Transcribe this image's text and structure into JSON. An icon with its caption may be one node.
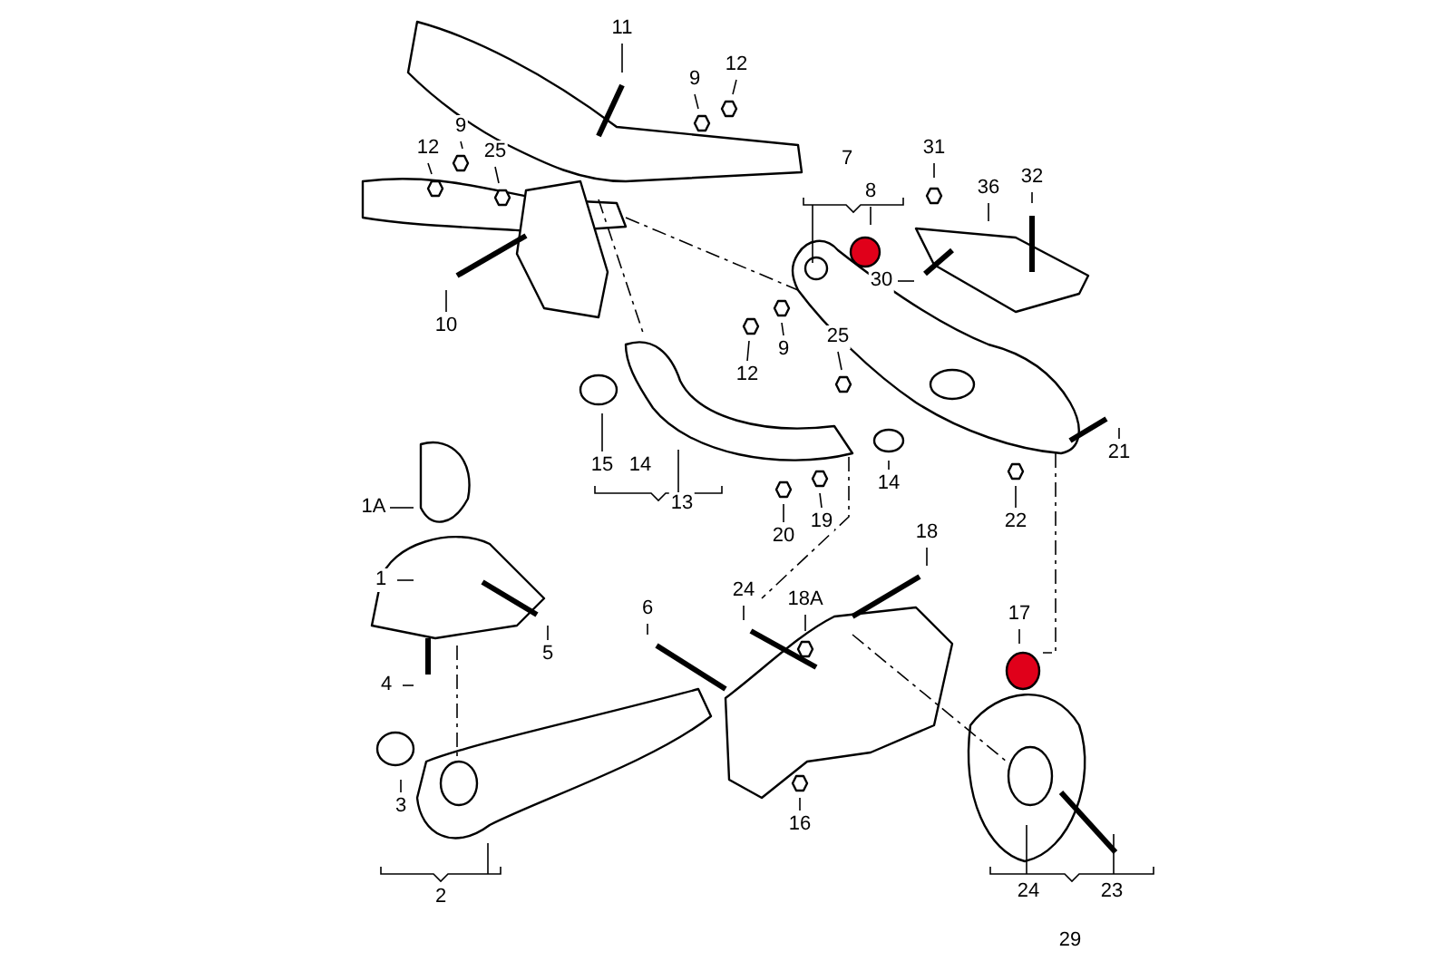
{
  "diagram": {
    "nodes": [
      {
        "text": [
          "11"
        ]
      },
      {
        "text": [
          "9"
        ]
      },
      {
        "text": [
          "12"
        ]
      },
      {
        "text": [
          "12"
        ]
      },
      {
        "text": [
          "9"
        ]
      },
      {
        "text": [
          "25"
        ]
      },
      {
        "text": [
          "10"
        ]
      },
      {
        "text": [
          "8"
        ]
      },
      {
        "text": [
          "31"
        ]
      },
      {
        "text": [
          "36"
        ]
      },
      {
        "text": [
          "32"
        ]
      },
      {
        "text": [
          "30"
        ]
      },
      {
        "text": [
          "12"
        ]
      },
      {
        "text": [
          "9"
        ]
      },
      {
        "text": [
          "25"
        ]
      },
      {
        "text": [
          "15"
        ]
      },
      {
        "text": [
          "14"
        ]
      },
      {
        "text": [
          "20"
        ]
      },
      {
        "text": [
          "19"
        ]
      },
      {
        "text": [
          "21"
        ]
      },
      {
        "text": [
          "22"
        ]
      },
      {
        "text": [
          "1A"
        ]
      },
      {
        "text": [
          "1"
        ]
      },
      {
        "text": [
          "5"
        ]
      },
      {
        "text": [
          "4"
        ]
      },
      {
        "text": [
          "6"
        ]
      },
      {
        "text": [
          "24"
        ]
      },
      {
        "text": [
          "18A"
        ]
      },
      {
        "text": [
          "18"
        ]
      },
      {
        "text": [
          "17"
        ]
      },
      {
        "text": [
          "16"
        ]
      },
      {
        "text": [
          "3"
        ]
      },
      {
        "text": [
          "7"
        ]
      },
      {
        "text": [
          "13"
        ]
      },
      {
        "text": [
          "14"
        ]
      },
      {
        "text": [
          "2"
        ]
      },
      {
        "text": [
          "24"
        ]
      },
      {
        "text": [
          "23"
        ]
      },
      {
        "text": [
          "29"
        ]
      }
    ],
    "edges": [
      {
        "from": 0,
        "to": null,
        "arrow": "none"
      },
      {
        "from": 1,
        "to": null,
        "arrow": "none"
      },
      {
        "from": 2,
        "to": null,
        "arrow": "none"
      },
      {
        "from": 3,
        "to": null,
        "arrow": "none"
      },
      {
        "from": 4,
        "to": null,
        "arrow": "none"
      },
      {
        "from": 5,
        "to": null,
        "arrow": "none"
      },
      {
        "from": 6,
        "to": null,
        "arrow": "none"
      },
      {
        "from": 7,
        "to": null,
        "arrow": "none"
      },
      {
        "from": 8,
        "to": null,
        "arrow": "none"
      },
      {
        "from": 9,
        "to": null,
        "arrow": "none"
      },
      {
        "from": 10,
        "to": null,
        "arrow": "none"
      },
      {
        "from": 11,
        "to": null,
        "arrow": "none"
      },
      {
        "from": 12,
        "to": null,
        "arrow": "none"
      },
      {
        "from": 13,
        "to": null,
        "arrow": "none"
      },
      {
        "from": 14,
        "to": null,
        "arrow": "none"
      },
      {
        "from": 15,
        "to": null,
        "arrow": "none"
      },
      {
        "from": 16,
        "to": null,
        "arrow": "none"
      },
      {
        "from": 17,
        "to": null,
        "arrow": "none"
      },
      {
        "from": 18,
        "to": null,
        "arrow": "none"
      },
      {
        "from": 19,
        "to": null,
        "arrow": "none"
      },
      {
        "from": 20,
        "to": null,
        "arrow": "none"
      },
      {
        "from": 21,
        "to": null,
        "arrow": "none"
      },
      {
        "from": 22,
        "to": null,
        "arrow": "none"
      },
      {
        "from": 23,
        "to": null,
        "arrow": "none"
      },
      {
        "from": 24,
        "to": null,
        "arrow": "none"
      },
      {
        "from": 25,
        "to": null,
        "arrow": "none"
      },
      {
        "from": 26,
        "to": null,
        "arrow": "none"
      },
      {
        "from": 27,
        "to": null,
        "arrow": "none"
      },
      {
        "from": 28,
        "to": null,
        "arrow": "none"
      },
      {
        "from": 29,
        "to": null,
        "arrow": "none"
      },
      {
        "from": 30,
        "to": null,
        "arrow": "none"
      },
      {
        "from": 31,
        "to": null,
        "arrow": "none"
      }
    ]
  }
}
